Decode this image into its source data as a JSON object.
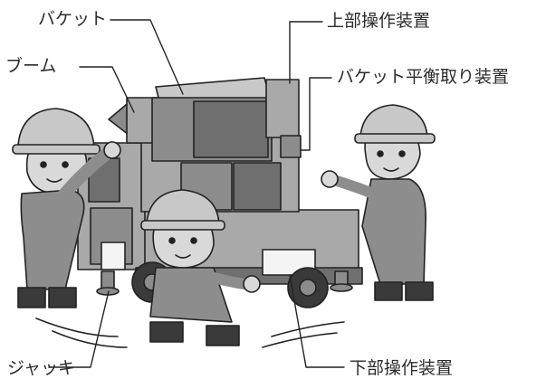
{
  "labels": {
    "bucket": "バケット",
    "boom": "ブーム",
    "upper_control": "上部操作装置",
    "bucket_leveling": "バケット平衡取り装置",
    "jack": "ジャッキ",
    "lower_control": "下部操作装置"
  },
  "colors": {
    "line": "#222222",
    "truck_light": "#a9a9a9",
    "truck_mid": "#8c8c8c",
    "truck_dark": "#6f6f6f",
    "worker_suit": "#8d8d8d",
    "helmet": "#c8c8c8",
    "skin": "#d9d9d9",
    "boots": "#3a3a3a",
    "panel_white": "#f4f4f4"
  },
  "icons": [
    "worker-pointing-left",
    "worker-kneeling-center",
    "worker-pointing-right",
    "aerial-work-truck"
  ]
}
